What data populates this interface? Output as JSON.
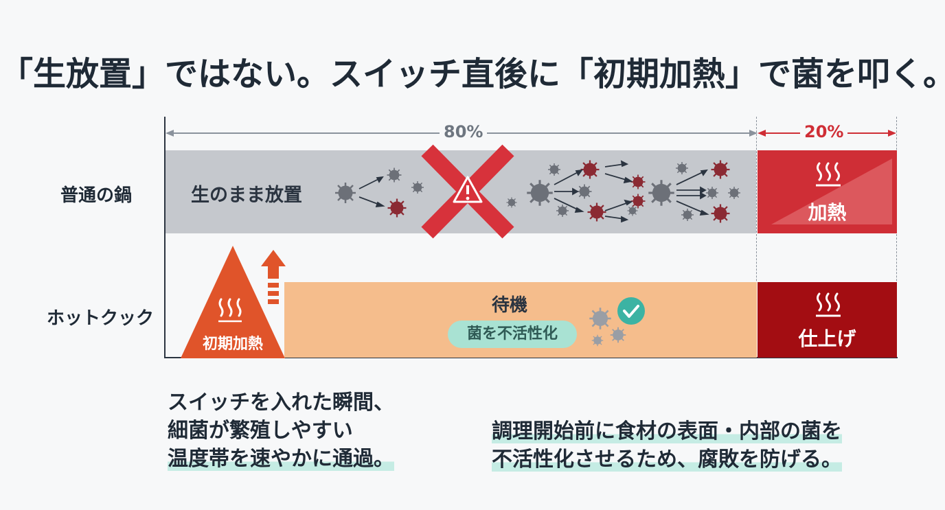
{
  "title": "「生放置」ではない。スイッチ直後に「初期加熱」で菌を叩く。",
  "chart": {
    "pct_80": "80%",
    "pct_20": "20%",
    "rows": [
      {
        "label": "普通の鍋",
        "phase1_text": "生のまま放置",
        "phase2_text": "加熱"
      },
      {
        "label": "ホットクック",
        "initial_text": "初期加熱",
        "wait_text": "待機",
        "wait_badge": "菌を不活性化",
        "finish_text": "仕上げ"
      }
    ]
  },
  "captions": {
    "left": [
      "スイッチを入れた瞬間、",
      "細菌が繁殖しやすい",
      "温度帯を速やかに通過。"
    ],
    "right": [
      "調理開始前に食材の表面・内部の菌を",
      "不活性化させるため、腐敗を防げる。"
    ]
  },
  "colors": {
    "dark": "#1f2a36",
    "gray_bar": "#c5c8cd",
    "red": "#cf2e36",
    "dark_red": "#a30d12",
    "peach": "#f5bd8c",
    "orange": "#e0542a",
    "teal": "#a9e2d3"
  },
  "icons": [
    "steam-icon",
    "warning-icon",
    "cross-mark",
    "bacteria-icon",
    "check-icon",
    "arrow-up-icon"
  ]
}
